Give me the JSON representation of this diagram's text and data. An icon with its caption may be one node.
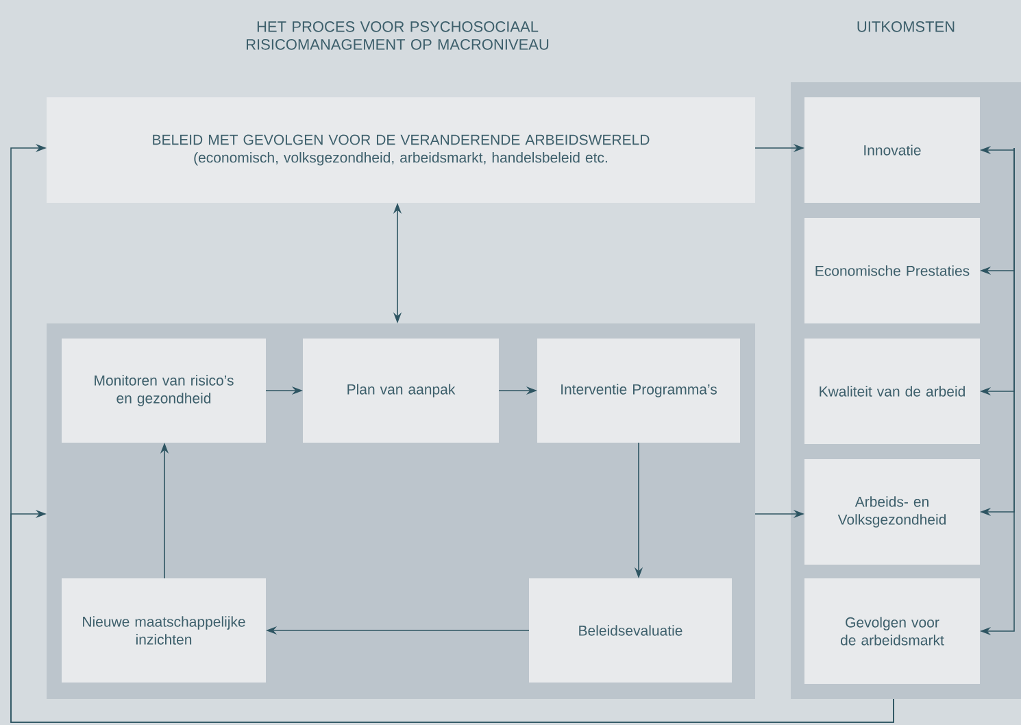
{
  "diagram": {
    "nodes": [
      {
        "text": [
          "BELEID MET GEVOLGEN VOOR DE VERANDERENDE ARBEIDSWERELD",
          "(economisch, volksgezondheid, arbeidsmarkt, handelsbeleid etc."
        ]
      },
      {
        "text": [],
        "shape": "box"
      },
      {
        "text": [
          "Monitoren van risico’s en gezondheid"
        ],
        "in": 1
      },
      {
        "text": [
          "Plan van aanpak"
        ],
        "in": 1
      },
      {
        "text": [
          "Interventie Programma’s"
        ],
        "in": 1
      },
      {
        "text": [
          "Nieuwe maatschappelijke inzichten"
        ],
        "in": 1
      },
      {
        "text": [
          "Beleidsevaluatie"
        ],
        "in": 1
      },
      {
        "text": [
          "UITKOMSTEN"
        ]
      },
      {
        "text": [
          "Innovatie"
        ],
        "in": 7
      },
      {
        "text": [
          "Economische Prestaties"
        ],
        "in": 7
      },
      {
        "text": [
          "Kwaliteit van de arbeid"
        ],
        "in": 7
      },
      {
        "text": [
          "Arbeids- en Volksgezondheid"
        ],
        "in": 7
      },
      {
        "text": [
          "Gevolgen voor de arbeidsmarkt"
        ],
        "in": 7
      }
    ],
    "edges": [
      {
        "from": 0,
        "to": 1,
        "arrow": "both"
      },
      {
        "from": 2,
        "to": 3,
        "arrow": "to"
      },
      {
        "from": 3,
        "to": 4,
        "arrow": "to"
      },
      {
        "from": 4,
        "to": 6,
        "arrow": "to"
      },
      {
        "from": 6,
        "to": 5,
        "arrow": "to"
      },
      {
        "from": 5,
        "to": 2,
        "arrow": "to"
      },
      {
        "from": 0,
        "to": 8,
        "arrow": "to"
      },
      {
        "from": 1,
        "to": 11,
        "arrow": "to"
      },
      {
        "from": 7,
        "to": 0,
        "arrow": "to"
      },
      {
        "from": 7,
        "to": 1,
        "arrow": "to"
      },
      {
        "from": null,
        "to": 8,
        "arrow": "to"
      },
      {
        "from": null,
        "to": 9,
        "arrow": "to"
      },
      {
        "from": null,
        "to": 10,
        "arrow": "to"
      },
      {
        "from": null,
        "to": 11,
        "arrow": "to"
      },
      {
        "from": null,
        "to": 12,
        "arrow": "to"
      }
    ],
    "labels": [
      "HET PROCES VOOR PSYCHOSOCIAAL RISICOMANAGEMENT OP MACRONIVEAU"
    ]
  }
}
